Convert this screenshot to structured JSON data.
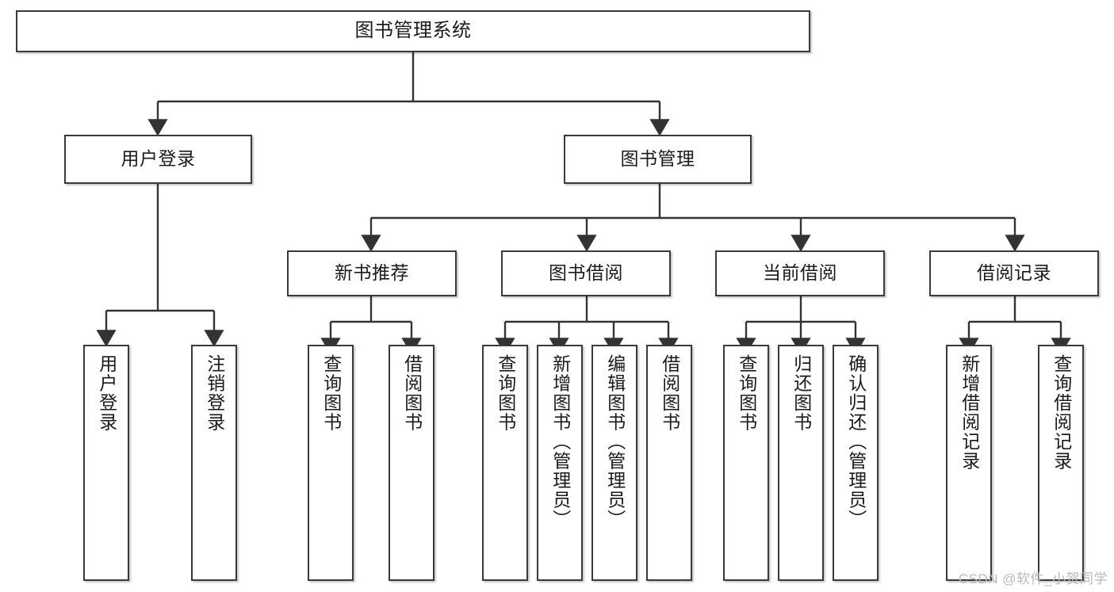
{
  "diagram": {
    "title": "图书管理系统",
    "type": "tree-structure-chart",
    "watermark": "CSDN @软件_小贺同学",
    "colors": {
      "box_border": "#3a3a3a",
      "box_fill": "#ffffff",
      "connector": "#333333",
      "text": "#1b1b1b",
      "watermark": "#b9b9b9",
      "page_background": "#ffffff"
    }
  },
  "nodes": {
    "root": {
      "label": "图书管理系统"
    },
    "level2": [
      {
        "label": "用户登录"
      },
      {
        "label": "图书管理"
      }
    ],
    "level3": [
      {
        "label": "新书推荐"
      },
      {
        "label": "图书借阅"
      },
      {
        "label": "当前借阅"
      },
      {
        "label": "借阅记录"
      }
    ],
    "leaves": {
      "user_login": [
        {
          "label": "用户登录"
        },
        {
          "label": "注销登录"
        }
      ],
      "new_book_recommend": [
        {
          "label": "查询图书"
        },
        {
          "label": "借阅图书"
        }
      ],
      "book_borrow": [
        {
          "label": "查询图书"
        },
        {
          "label": "新增图书（管理员）"
        },
        {
          "label": "编辑图书（管理员）"
        },
        {
          "label": "借阅图书"
        }
      ],
      "current_borrow": [
        {
          "label": "查询图书"
        },
        {
          "label": "归还图书"
        },
        {
          "label": "确认归还（管理员）"
        }
      ],
      "borrow_record": [
        {
          "label": "新增借阅记录"
        },
        {
          "label": "查询借阅记录"
        }
      ]
    }
  }
}
